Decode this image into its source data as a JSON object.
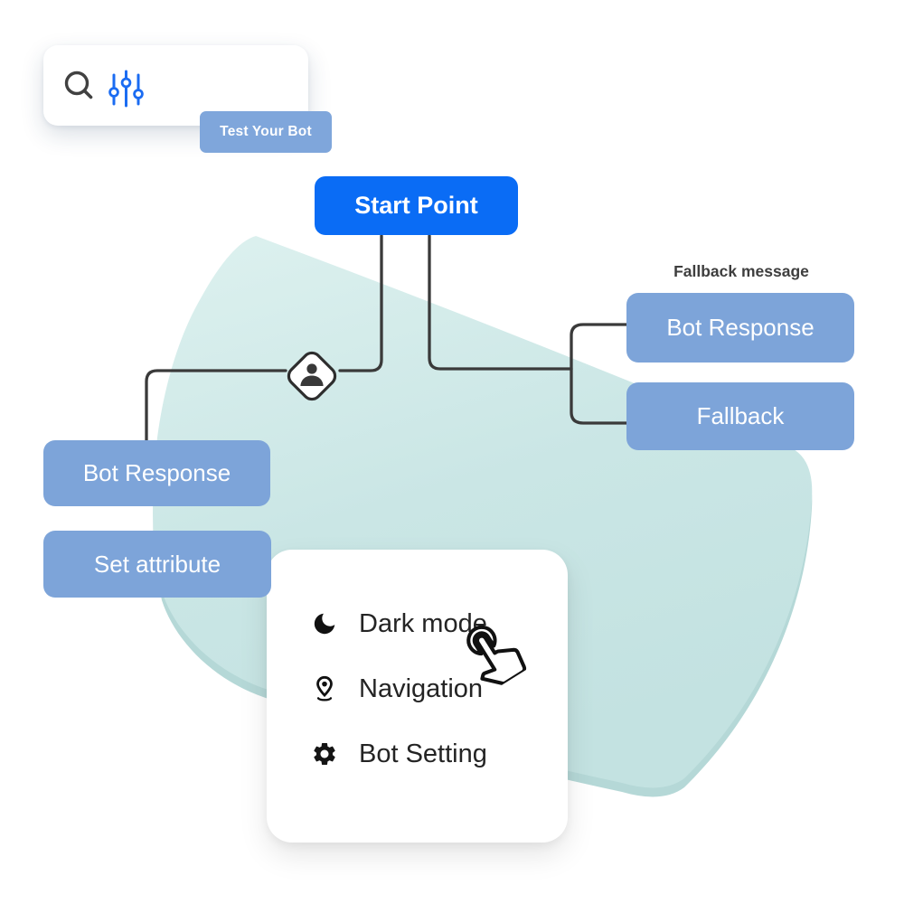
{
  "toolbar": {
    "search_icon": "search-icon",
    "filters_icon": "sliders-icon",
    "test_bot_label": "Test Your Bot"
  },
  "flow": {
    "start": {
      "label": "Start Point"
    },
    "group_label": "Fallback message",
    "right_nodes": [
      {
        "label": "Bot Response"
      },
      {
        "label": "Fallback"
      }
    ],
    "left_nodes": [
      {
        "label": "Bot Response"
      },
      {
        "label": "Set attribute"
      }
    ],
    "user_node_icon": "person-icon"
  },
  "menu": {
    "items": [
      {
        "icon": "moon-icon",
        "label": "Dark mode"
      },
      {
        "icon": "location-pin-icon",
        "label": "Navigation"
      },
      {
        "icon": "gear-icon",
        "label": "Bot Setting"
      }
    ],
    "cursor": "hand-cursor-icon"
  },
  "colors": {
    "primary_blue": "#0a6cf5",
    "node_blue": "#7da4d9",
    "toolbar_button_blue": "#7fa6db",
    "blob_teal": "#cbe7e6",
    "blob_teal_light": "#dcf0ee",
    "blob_teal_dark": "#b5d8d7",
    "connector_gray": "#3a3a3a",
    "label_gray": "#3e3e3e",
    "menu_text": "#242424"
  }
}
